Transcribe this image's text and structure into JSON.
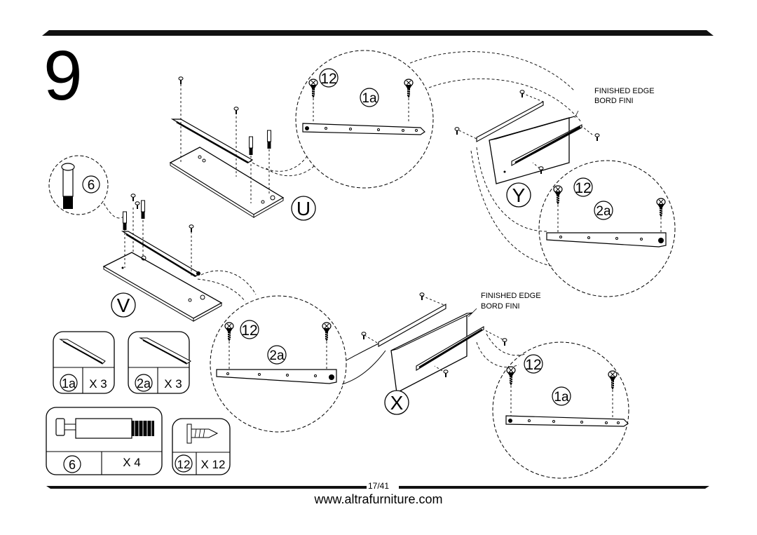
{
  "step": "9",
  "panel_labels": {
    "u": "U",
    "v": "V",
    "x": "X",
    "y": "Y"
  },
  "finished_edge": {
    "line1": "FINISHED EDGE",
    "line2": "BORD FINI"
  },
  "detail_labels": {
    "screw": "12",
    "rail_1a": "1a",
    "rail_2a": "2a",
    "cam_bolt": "6"
  },
  "parts": [
    {
      "id": "1a",
      "qty": "X 3"
    },
    {
      "id": "2a",
      "qty": "X 3"
    },
    {
      "id": "6",
      "qty": "X 4"
    },
    {
      "id": "12",
      "qty": "X 12"
    }
  ],
  "footer": {
    "page": "17/41",
    "url": "www.altrafurniture.com"
  },
  "colors": {
    "ink": "#000000",
    "panel_fill": "#ffffff",
    "bar": "#111111"
  }
}
